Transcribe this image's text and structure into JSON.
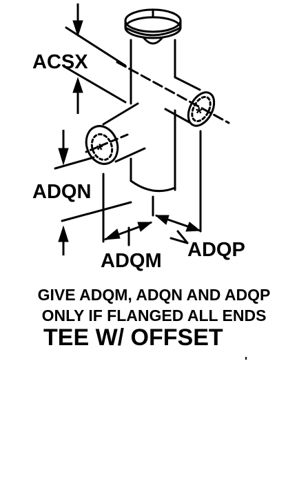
{
  "labels": {
    "acsx": "ACSX",
    "adqn": "ADQN",
    "adqm": "ADQM",
    "adqp": "ADQP"
  },
  "notes": {
    "line1": "GIVE ADQM, ADQN AND ADQP",
    "line2": "ONLY IF FLANGED ALL ENDS"
  },
  "title": "TEE W/ OFFSET",
  "colors": {
    "ink": "#000000",
    "paper": "#ffffff"
  }
}
